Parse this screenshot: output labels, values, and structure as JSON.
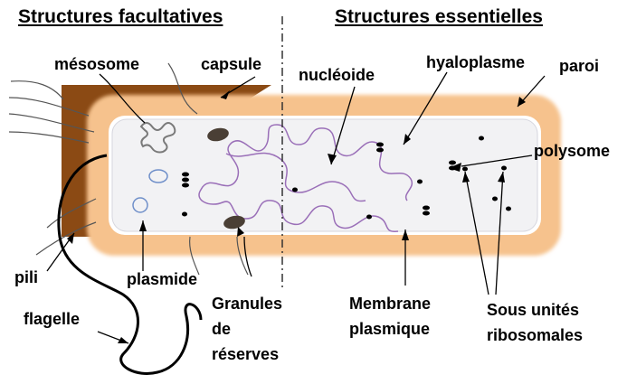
{
  "headers": {
    "left": "Structures facultatives",
    "right": "Structures essentielles"
  },
  "labels": {
    "mesosome": "mésosome",
    "capsule": "capsule",
    "nucleoide": "nucléoide",
    "hyaloplasme": "hyaloplasme",
    "paroi": "paroi",
    "polysome": "polysome",
    "pili": "pili",
    "plasmide": "plasmide",
    "granules_line1": "Granules",
    "granules_line2": "de",
    "granules_line3": "réserves",
    "flagelle": "flagelle",
    "membrane_line1": "Membrane",
    "membrane_line2": "plasmique",
    "sous_unites_line1": "Sous unités",
    "sous_unites_line2": "ribosomales"
  },
  "colors": {
    "capsule": "#8b4a14",
    "paroi": "#f6c28d",
    "cytoplasm": "#f2f2f4",
    "membrane_edge": "#ffffff",
    "dna": "#9a6fb8",
    "plasmid": "#6f8fc9",
    "granule": "#4a3f35",
    "ink": "#000000"
  }
}
